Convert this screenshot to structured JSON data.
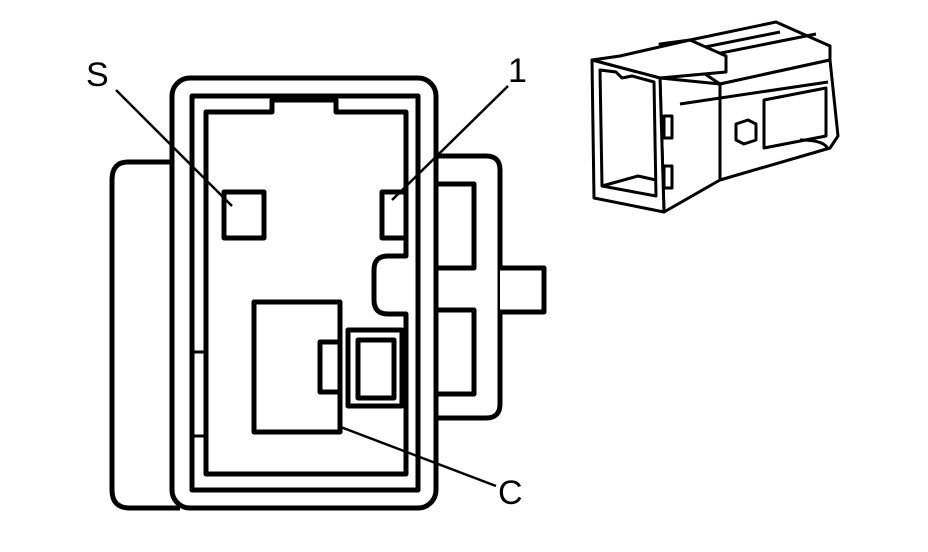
{
  "labels": {
    "s": "S",
    "one": "1",
    "c": "C"
  },
  "colors": {
    "line": "#000000",
    "background": "#ffffff"
  }
}
